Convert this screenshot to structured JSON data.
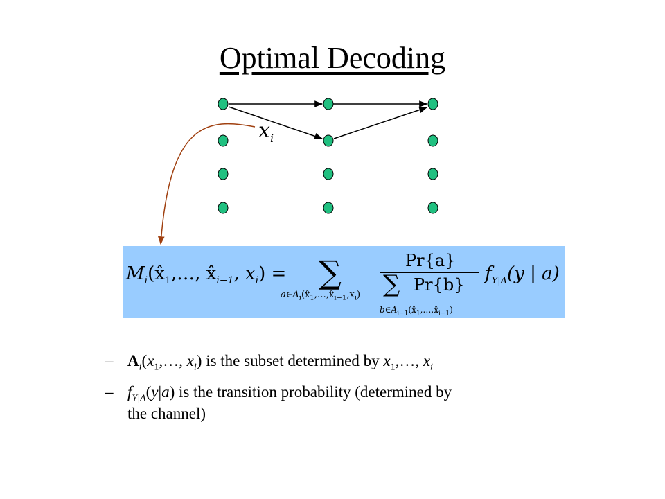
{
  "slide": {
    "title": "Optimal Decoding"
  },
  "diagram": {
    "edge_label_var": "x",
    "edge_label_sub": "i",
    "node_color": "#20c080",
    "arrow_color": "#a04010"
  },
  "formula": {
    "lhs_M": "M",
    "lhs_sub": "i",
    "lhs_args": "(x̂",
    "lhs_args2": ",…, x̂",
    "lhs_args3": ", x",
    "lhs_args4": ") =",
    "sum_symbol": "∑",
    "sum_sub": "a∈A",
    "sum_sub_i": "i",
    "sum_sub_rest": "(x̂",
    "sum_sub_rest2": ",…,x̂",
    "sum_sub_rest3": ",x",
    "sum_sub_rest4": ")",
    "num": "Pr{a}",
    "den_sum": "∑",
    "den": "Pr{b}",
    "den_sub": "b∈A",
    "den_sub_i": "i−1",
    "den_sub_rest": "(x̂",
    "den_sub_rest2": ",…,x̂",
    "den_sub_rest3": ")",
    "f": "f",
    "f_sub": "Y|A",
    "f_args": "(y | a)",
    "one": "1",
    "im1": "i−1",
    "i": "i"
  },
  "bullets": [
    {
      "dash": "–",
      "A": "A",
      "A_sub": "i",
      "open": "(",
      "x1": "x",
      "one": "1",
      "mid": ",…, ",
      "xi": "x",
      "i": "i",
      "close": ")",
      "text": " is the subset determined by ",
      "x1b": "x",
      "oneb": "1",
      "midb": ",…, ",
      "xib": "x",
      "ib": "i"
    },
    {
      "dash": "–",
      "f": "f",
      "f_sub": "Y|A",
      "args_open": "(",
      "y": "y",
      "bar": "|",
      "a": "a",
      "args_close": ")",
      "text": " is the transition probability (determined by",
      "line2": "the channel)"
    }
  ]
}
